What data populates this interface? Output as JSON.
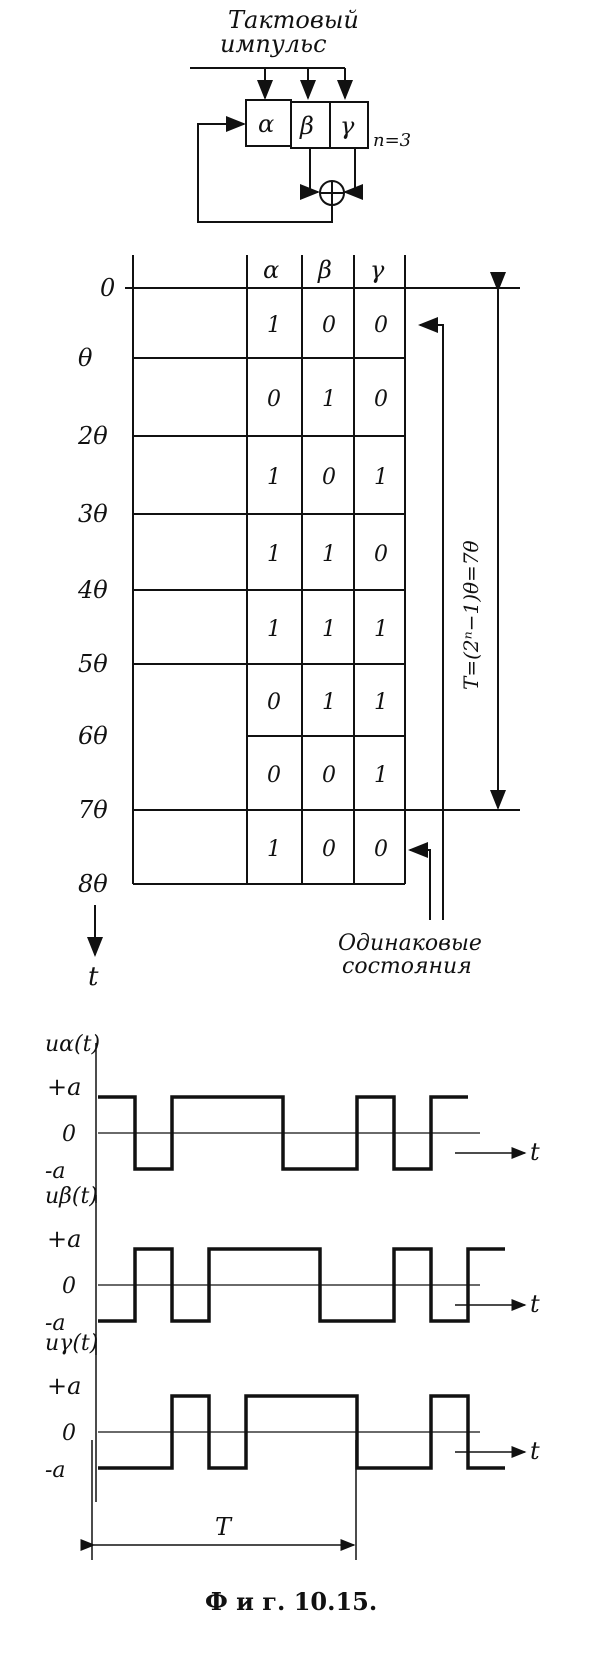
{
  "register": {
    "clock_label_line1": "Тактовый",
    "clock_label_line2": "импульс",
    "cells": [
      "α",
      "β",
      "γ"
    ],
    "n_label": "n=3"
  },
  "table": {
    "headers": [
      "α",
      "β",
      "γ"
    ],
    "time_labels": [
      "0",
      "θ",
      "2θ",
      "3θ",
      "4θ",
      "5θ",
      "6θ",
      "7θ",
      "8θ"
    ],
    "rows": [
      [
        1,
        0,
        0
      ],
      [
        0,
        1,
        0
      ],
      [
        1,
        0,
        1
      ],
      [
        1,
        1,
        0
      ],
      [
        1,
        1,
        1
      ],
      [
        0,
        1,
        1
      ],
      [
        0,
        0,
        1
      ],
      [
        1,
        0,
        0
      ]
    ],
    "period_label": "T=(2ⁿ−1)θ=7θ",
    "same_states_line1": "Одинаковые",
    "same_states_line2": "состояния",
    "time_axis_label": "t"
  },
  "waveforms": [
    {
      "label": "uα(t)",
      "bits": [
        1,
        0,
        1,
        1,
        1,
        0,
        0,
        1,
        0,
        1
      ]
    },
    {
      "label": "uβ(t)",
      "bits": [
        0,
        1,
        0,
        1,
        1,
        1,
        0,
        0,
        1,
        0,
        1
      ]
    },
    {
      "label": "uγ(t)",
      "bits": [
        0,
        0,
        1,
        0,
        1,
        1,
        1,
        0,
        0,
        1,
        0
      ]
    }
  ],
  "levels": {
    "plus": "+a",
    "zero": "0",
    "minus": "-a"
  },
  "t_label": "t",
  "period_T": "T",
  "caption": "Ф и г. 10.15."
}
